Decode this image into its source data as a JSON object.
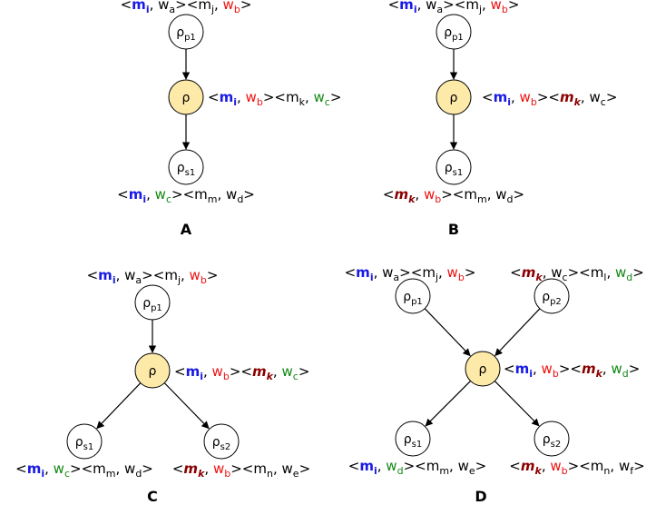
{
  "colors": {
    "blue": "#1a1ae6",
    "red": "#ee1111",
    "green": "#118811",
    "darkred": "#8b0000",
    "black": "#000000",
    "node_fill_center": "#fde9a8",
    "node_fill": "#ffffff",
    "node_stroke": "#000000"
  },
  "panels": [
    {
      "label": "A",
      "nodes": [
        {
          "id": "pp1",
          "base": "ρ",
          "sub": "p1",
          "center": false
        },
        {
          "id": "c",
          "base": "ρ",
          "sub": "",
          "center": true
        },
        {
          "id": "ps1",
          "base": "ρ",
          "sub": "s1",
          "center": false
        }
      ],
      "edges": [
        [
          "pp1",
          "c"
        ],
        [
          "c",
          "ps1"
        ]
      ],
      "tuples": [
        {
          "parts": [
            {
              "t": "<",
              "c": "black"
            },
            {
              "t": "m",
              "s": "i",
              "c": "blue",
              "b": true
            },
            {
              "t": ", ",
              "c": "black"
            },
            {
              "t": "w",
              "s": "a",
              "c": "black"
            },
            {
              "t": "><",
              "c": "black"
            },
            {
              "t": "m",
              "s": "j",
              "c": "black"
            },
            {
              "t": ", ",
              "c": "black"
            },
            {
              "t": "w",
              "s": "b",
              "c": "red"
            },
            {
              "t": ">",
              "c": "black"
            }
          ]
        },
        {
          "parts": [
            {
              "t": "<",
              "c": "black"
            },
            {
              "t": "m",
              "s": "i",
              "c": "blue",
              "b": true
            },
            {
              "t": ", ",
              "c": "black"
            },
            {
              "t": "w",
              "s": "b",
              "c": "red"
            },
            {
              "t": "><",
              "c": "black"
            },
            {
              "t": "m",
              "s": "k",
              "c": "black"
            },
            {
              "t": ", ",
              "c": "black"
            },
            {
              "t": "w",
              "s": "c",
              "c": "green"
            },
            {
              "t": ">",
              "c": "black"
            }
          ]
        },
        {
          "parts": [
            {
              "t": "<",
              "c": "black"
            },
            {
              "t": "m",
              "s": "i",
              "c": "blue",
              "b": true
            },
            {
              "t": ", ",
              "c": "black"
            },
            {
              "t": "w",
              "s": "c",
              "c": "green"
            },
            {
              "t": "><",
              "c": "black"
            },
            {
              "t": "m",
              "s": "m",
              "c": "black"
            },
            {
              "t": ", ",
              "c": "black"
            },
            {
              "t": "w",
              "s": "d",
              "c": "black"
            },
            {
              "t": ">",
              "c": "black"
            }
          ]
        }
      ]
    },
    {
      "label": "B",
      "nodes": [
        {
          "id": "pp1",
          "base": "ρ",
          "sub": "p1",
          "center": false
        },
        {
          "id": "c",
          "base": "ρ",
          "sub": "",
          "center": true
        },
        {
          "id": "ps1",
          "base": "ρ",
          "sub": "s1",
          "center": false
        }
      ],
      "edges": [
        [
          "pp1",
          "c"
        ],
        [
          "c",
          "ps1"
        ]
      ],
      "tuples": [
        {
          "parts": [
            {
              "t": "<",
              "c": "black"
            },
            {
              "t": "m",
              "s": "i",
              "c": "blue",
              "b": true
            },
            {
              "t": ", ",
              "c": "black"
            },
            {
              "t": "w",
              "s": "a",
              "c": "black"
            },
            {
              "t": "><",
              "c": "black"
            },
            {
              "t": "m",
              "s": "j",
              "c": "black"
            },
            {
              "t": ", ",
              "c": "black"
            },
            {
              "t": "w",
              "s": "b",
              "c": "red"
            },
            {
              "t": ">",
              "c": "black"
            }
          ]
        },
        {
          "parts": [
            {
              "t": "<",
              "c": "black"
            },
            {
              "t": "m",
              "s": "i",
              "c": "blue",
              "b": true
            },
            {
              "t": ", ",
              "c": "black"
            },
            {
              "t": "w",
              "s": "b",
              "c": "red"
            },
            {
              "t": "><",
              "c": "black"
            },
            {
              "t": "m",
              "s": "k",
              "c": "darkred",
              "b": true,
              "i": true
            },
            {
              "t": ", ",
              "c": "black"
            },
            {
              "t": "w",
              "s": "c",
              "c": "black"
            },
            {
              "t": ">",
              "c": "black"
            }
          ]
        },
        {
          "parts": [
            {
              "t": "<",
              "c": "black"
            },
            {
              "t": "m",
              "s": "k",
              "c": "darkred",
              "b": true,
              "i": true
            },
            {
              "t": ", ",
              "c": "black"
            },
            {
              "t": "w",
              "s": "b",
              "c": "red"
            },
            {
              "t": "><",
              "c": "black"
            },
            {
              "t": "m",
              "s": "m",
              "c": "black"
            },
            {
              "t": ", ",
              "c": "black"
            },
            {
              "t": "w",
              "s": "d",
              "c": "black"
            },
            {
              "t": ">",
              "c": "black"
            }
          ]
        }
      ]
    },
    {
      "label": "C",
      "nodes": [
        {
          "id": "pp1",
          "base": "ρ",
          "sub": "p1",
          "center": false
        },
        {
          "id": "c",
          "base": "ρ",
          "sub": "",
          "center": true
        },
        {
          "id": "ps1",
          "base": "ρ",
          "sub": "s1",
          "center": false
        },
        {
          "id": "ps2",
          "base": "ρ",
          "sub": "s2",
          "center": false
        }
      ],
      "edges": [
        [
          "pp1",
          "c"
        ],
        [
          "c",
          "ps1"
        ],
        [
          "c",
          "ps2"
        ]
      ],
      "tuples": [
        {
          "parts": [
            {
              "t": "<",
              "c": "black"
            },
            {
              "t": "m",
              "s": "i",
              "c": "blue",
              "b": true
            },
            {
              "t": ", ",
              "c": "black"
            },
            {
              "t": "w",
              "s": "a",
              "c": "black"
            },
            {
              "t": "><",
              "c": "black"
            },
            {
              "t": "m",
              "s": "j",
              "c": "black"
            },
            {
              "t": ", ",
              "c": "black"
            },
            {
              "t": "w",
              "s": "b",
              "c": "red"
            },
            {
              "t": ">",
              "c": "black"
            }
          ]
        },
        {
          "parts": [
            {
              "t": "<",
              "c": "black"
            },
            {
              "t": "m",
              "s": "i",
              "c": "blue",
              "b": true
            },
            {
              "t": ", ",
              "c": "black"
            },
            {
              "t": "w",
              "s": "b",
              "c": "red"
            },
            {
              "t": "><",
              "c": "black"
            },
            {
              "t": "m",
              "s": "k",
              "c": "darkred",
              "b": true,
              "i": true
            },
            {
              "t": ", ",
              "c": "black"
            },
            {
              "t": "w",
              "s": "c",
              "c": "green"
            },
            {
              "t": ">",
              "c": "black"
            }
          ]
        },
        {
          "parts": [
            {
              "t": "<",
              "c": "black"
            },
            {
              "t": "m",
              "s": "i",
              "c": "blue",
              "b": true
            },
            {
              "t": ", ",
              "c": "black"
            },
            {
              "t": "w",
              "s": "c",
              "c": "green"
            },
            {
              "t": "><",
              "c": "black"
            },
            {
              "t": "m",
              "s": "m",
              "c": "black"
            },
            {
              "t": ", ",
              "c": "black"
            },
            {
              "t": "w",
              "s": "d",
              "c": "black"
            },
            {
              "t": ">",
              "c": "black"
            }
          ]
        },
        {
          "parts": [
            {
              "t": "<",
              "c": "black"
            },
            {
              "t": "m",
              "s": "k",
              "c": "darkred",
              "b": true,
              "i": true
            },
            {
              "t": ", ",
              "c": "black"
            },
            {
              "t": "w",
              "s": "b",
              "c": "red"
            },
            {
              "t": "><",
              "c": "black"
            },
            {
              "t": "m",
              "s": "n",
              "c": "black"
            },
            {
              "t": ", ",
              "c": "black"
            },
            {
              "t": "w",
              "s": "e",
              "c": "black"
            },
            {
              "t": ">",
              "c": "black"
            }
          ]
        }
      ]
    },
    {
      "label": "D",
      "nodes": [
        {
          "id": "pp1",
          "base": "ρ",
          "sub": "p1",
          "center": false
        },
        {
          "id": "pp2",
          "base": "ρ",
          "sub": "p2",
          "center": false
        },
        {
          "id": "c",
          "base": "ρ",
          "sub": "",
          "center": true
        },
        {
          "id": "ps1",
          "base": "ρ",
          "sub": "s1",
          "center": false
        },
        {
          "id": "ps2",
          "base": "ρ",
          "sub": "s2",
          "center": false
        }
      ],
      "edges": [
        [
          "pp1",
          "c"
        ],
        [
          "pp2",
          "c"
        ],
        [
          "c",
          "ps1"
        ],
        [
          "c",
          "ps2"
        ]
      ],
      "tuples": [
        {
          "parts": [
            {
              "t": "<",
              "c": "black"
            },
            {
              "t": "m",
              "s": "i",
              "c": "blue",
              "b": true
            },
            {
              "t": ", ",
              "c": "black"
            },
            {
              "t": "w",
              "s": "a",
              "c": "black"
            },
            {
              "t": "><",
              "c": "black"
            },
            {
              "t": "m",
              "s": "j",
              "c": "black"
            },
            {
              "t": ", ",
              "c": "black"
            },
            {
              "t": "w",
              "s": "b",
              "c": "red"
            },
            {
              "t": ">",
              "c": "black"
            }
          ]
        },
        {
          "parts": [
            {
              "t": "<",
              "c": "black"
            },
            {
              "t": "m",
              "s": "k",
              "c": "darkred",
              "b": true,
              "i": true
            },
            {
              "t": ", ",
              "c": "black"
            },
            {
              "t": "w",
              "s": "c",
              "c": "black"
            },
            {
              "t": "><",
              "c": "black"
            },
            {
              "t": "m",
              "s": "l",
              "c": "black"
            },
            {
              "t": ", ",
              "c": "black"
            },
            {
              "t": "w",
              "s": "d",
              "c": "green"
            },
            {
              "t": ">",
              "c": "black"
            }
          ]
        },
        {
          "parts": [
            {
              "t": "<",
              "c": "black"
            },
            {
              "t": "m",
              "s": "i",
              "c": "blue",
              "b": true
            },
            {
              "t": ", ",
              "c": "black"
            },
            {
              "t": "w",
              "s": "b",
              "c": "red"
            },
            {
              "t": "><",
              "c": "black"
            },
            {
              "t": "m",
              "s": "k",
              "c": "darkred",
              "b": true,
              "i": true
            },
            {
              "t": ", ",
              "c": "black"
            },
            {
              "t": "w",
              "s": "d",
              "c": "green"
            },
            {
              "t": ">",
              "c": "black"
            }
          ]
        },
        {
          "parts": [
            {
              "t": "<",
              "c": "black"
            },
            {
              "t": "m",
              "s": "i",
              "c": "blue",
              "b": true
            },
            {
              "t": ", ",
              "c": "black"
            },
            {
              "t": "w",
              "s": "d",
              "c": "green"
            },
            {
              "t": "><",
              "c": "black"
            },
            {
              "t": "m",
              "s": "m",
              "c": "black"
            },
            {
              "t": ", ",
              "c": "black"
            },
            {
              "t": "w",
              "s": "e",
              "c": "black"
            },
            {
              "t": ">",
              "c": "black"
            }
          ]
        },
        {
          "parts": [
            {
              "t": "<",
              "c": "black"
            },
            {
              "t": "m",
              "s": "k",
              "c": "darkred",
              "b": true,
              "i": true
            },
            {
              "t": ", ",
              "c": "black"
            },
            {
              "t": "w",
              "s": "b",
              "c": "red"
            },
            {
              "t": "><",
              "c": "black"
            },
            {
              "t": "m",
              "s": "n",
              "c": "black"
            },
            {
              "t": ", ",
              "c": "black"
            },
            {
              "t": "w",
              "s": "f",
              "c": "black"
            },
            {
              "t": ">",
              "c": "black"
            }
          ]
        }
      ]
    }
  ]
}
